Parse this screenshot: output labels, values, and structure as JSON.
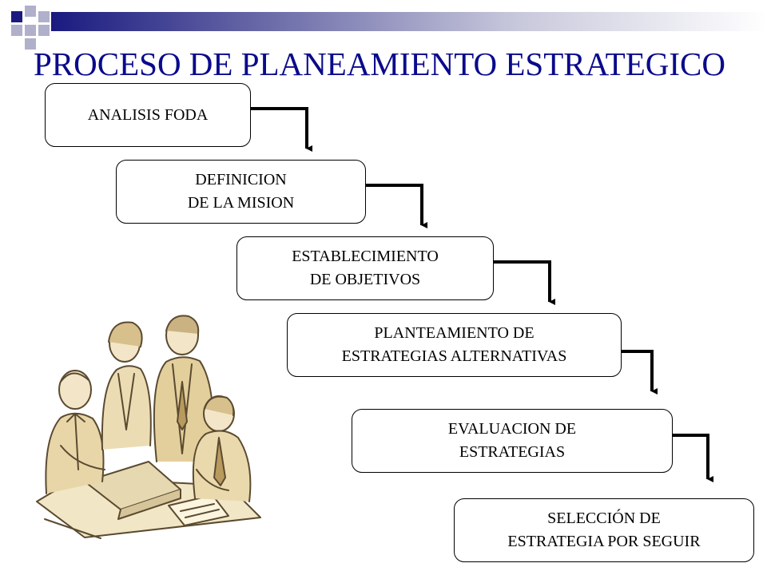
{
  "title": "PROCESO DE PLANEAMIENTO ESTRATEGICO",
  "colors": {
    "title": "#0a0a8c",
    "accent_dark": "#1a1a80",
    "accent_light": "#b0b0cc",
    "box_border": "#000000",
    "arrow": "#000000"
  },
  "steps": [
    {
      "label": "ANALISIS FODA"
    },
    {
      "label": "DEFINICION\nDE LA MISION"
    },
    {
      "label": "ESTABLECIMIENTO\nDE OBJETIVOS"
    },
    {
      "label": "PLANTEAMIENTO DE\nESTRATEGIAS ALTERNATIVAS"
    },
    {
      "label": "EVALUACION DE\nESTRATEGIAS"
    },
    {
      "label": "SELECCIÓN DE\nESTRATEGIA POR SEGUIR"
    }
  ],
  "illustration": {
    "icon": "team-meeting-clipart-icon"
  }
}
